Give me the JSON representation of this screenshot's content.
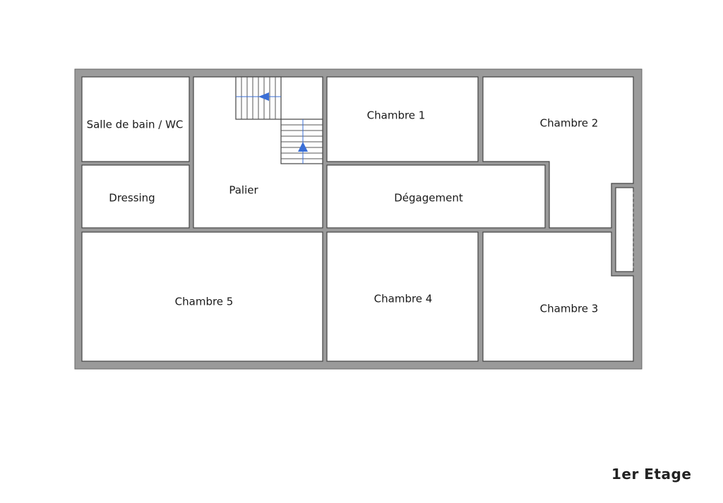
{
  "floor_label": "1er Etage",
  "colors": {
    "wall": "#9a9a9a",
    "room_fill": "#ffffff",
    "room_border": "#444444",
    "stair_line": "#666666",
    "arrow": "#3b6fd6"
  },
  "rooms": {
    "salle_de_bain": "Salle de bain / WC",
    "dressing": "Dressing",
    "palier": "Palier",
    "chambre_1": "Chambre 1",
    "chambre_2": "Chambre 2",
    "degagement": "Dégagement",
    "chambre_5": "Chambre 5",
    "chambre_4": "Chambre 4",
    "chambre_3": "Chambre 3"
  }
}
